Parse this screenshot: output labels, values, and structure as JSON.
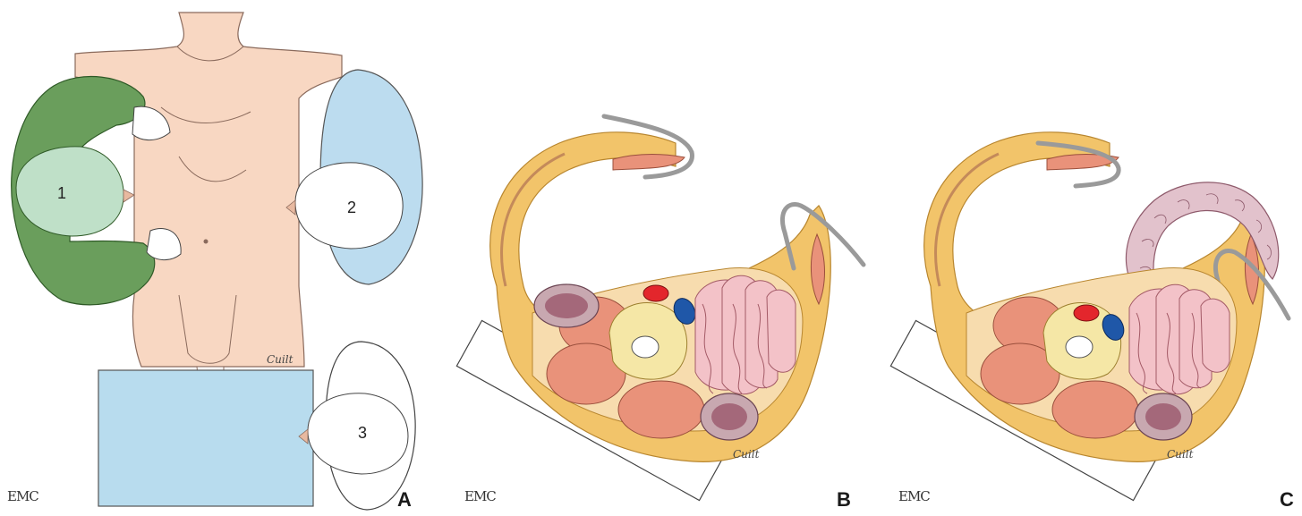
{
  "figure": {
    "panels": [
      {
        "letter": "A",
        "logo": "EMC",
        "signature": "Cuilt",
        "positions": [
          {
            "label": "1"
          },
          {
            "label": "2"
          },
          {
            "label": "3"
          }
        ]
      },
      {
        "letter": "B",
        "logo": "EMC",
        "signature": "Cuilt"
      },
      {
        "letter": "C",
        "logo": "EMC",
        "signature": "Cuilt"
      }
    ]
  },
  "colors": {
    "skin": "#f8d7c2",
    "drape_green": "#6a9e5c",
    "head_blue": "#bcdcef",
    "table_blue": "#b8dcee",
    "fat_yellow": "#f2c46a",
    "muscle": "#e9927a",
    "artery": "#e3262c",
    "vein": "#1f57a8",
    "bowel": "#f3c2c8",
    "kidney": "#a4687a",
    "retractor": "#9a9a9a"
  }
}
